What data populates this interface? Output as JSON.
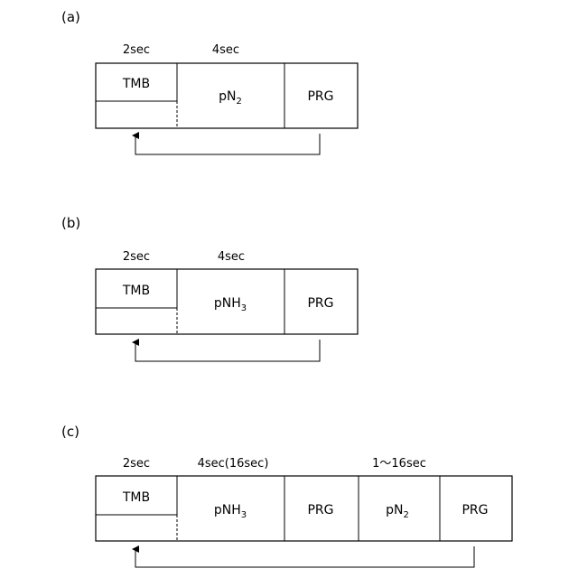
{
  "panels": [
    {
      "label": "(a)",
      "durations": [
        "2sec",
        "4sec"
      ],
      "steps": [
        {
          "main": "TMB",
          "sub": ""
        },
        {
          "main": "pN",
          "sub": "2"
        },
        {
          "main": "PRG",
          "sub": ""
        }
      ]
    },
    {
      "label": "(b)",
      "durations": [
        "2sec",
        "4sec"
      ],
      "steps": [
        {
          "main": "TMB",
          "sub": ""
        },
        {
          "main": "pNH",
          "sub": "3"
        },
        {
          "main": "PRG",
          "sub": ""
        }
      ]
    },
    {
      "label": "(c)",
      "durations": [
        "2sec",
        "4sec(16sec)",
        "1～16sec"
      ],
      "steps": [
        {
          "main": "TMB",
          "sub": ""
        },
        {
          "main": "pNH",
          "sub": "3"
        },
        {
          "main": "PRG",
          "sub": ""
        },
        {
          "main": "pN",
          "sub": "2"
        },
        {
          "main": "PRG",
          "sub": ""
        }
      ]
    }
  ]
}
